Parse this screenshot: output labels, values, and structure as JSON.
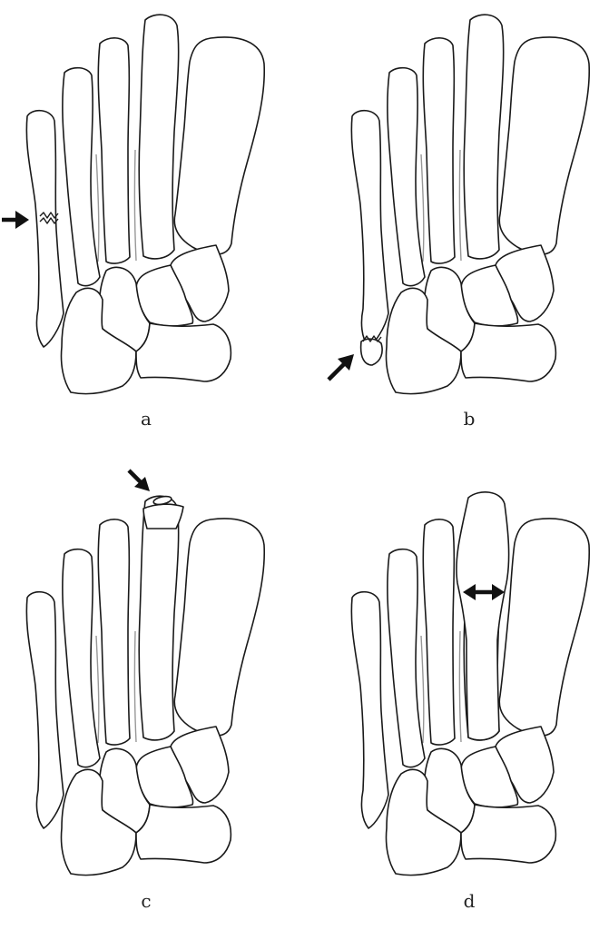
{
  "panels": [
    {
      "label": "a",
      "finding": "fracture-fifth-metatarsal-shaft"
    },
    {
      "label": "b",
      "finding": "avulsion-fifth-metatarsal-base"
    },
    {
      "label": "c",
      "finding": "fragment-second-metatarsal-head"
    },
    {
      "label": "d",
      "finding": "widened-second-metatarsal"
    }
  ],
  "colors": {
    "line": "#1a1a1a",
    "fill": "#ffffff",
    "background": "#ffffff"
  },
  "icons": [
    "arrow-right-icon",
    "arrow-up-right-icon",
    "arrow-down-right-icon",
    "double-arrow-horizontal-icon"
  ]
}
